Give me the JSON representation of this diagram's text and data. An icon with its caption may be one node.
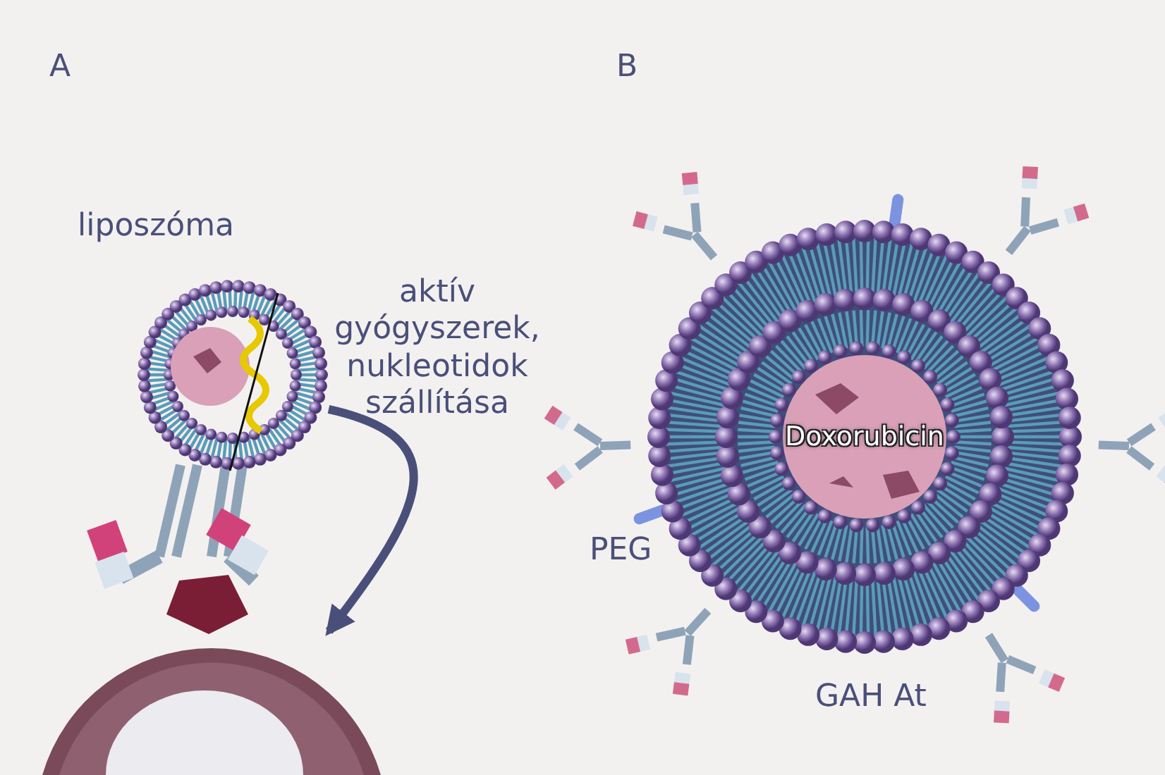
{
  "diagram": {
    "nodes": [
      {
        "text": [],
        "shape": "picture",
        "beside": [
          "liposzóma"
        ]
      },
      {
        "text": [],
        "shape": "picture"
      },
      {
        "text": [
          "Doxorubicin"
        ]
      }
    ],
    "edges": [
      {
        "from": 0,
        "to": 1,
        "arrow": "to"
      }
    ],
    "labels": [
      "A",
      "B",
      "aktív gyógyszerek, nukleotidok szállítása",
      "PEG",
      "GAH At"
    ]
  }
}
